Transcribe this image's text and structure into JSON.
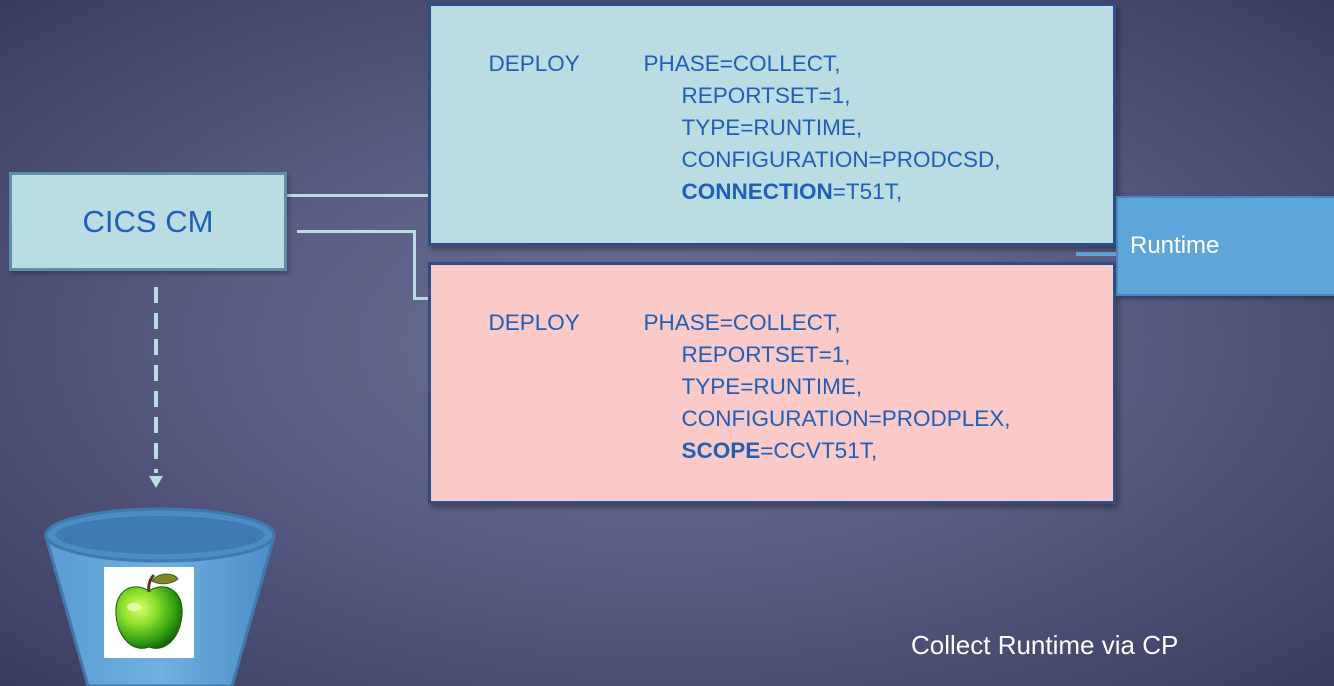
{
  "cics_box": {
    "label": "CICS CM"
  },
  "deploy_connection": {
    "command": "DEPLOY",
    "first_param": "PHASE=COLLECT,",
    "params": [
      {
        "key": "",
        "value": "REPORTSET=1,"
      },
      {
        "key": "",
        "value": "TYPE=RUNTIME,"
      },
      {
        "key": "",
        "value": "CONFIGURATION=PRODCSD,"
      },
      {
        "key": "CONNECTION",
        "value": "=T51T,"
      }
    ],
    "fill": "#b9dde3"
  },
  "deploy_scope": {
    "command": "DEPLOY",
    "first_param": "PHASE=COLLECT,",
    "params": [
      {
        "key": "",
        "value": "REPORTSET=1,"
      },
      {
        "key": "",
        "value": "TYPE=RUNTIME,"
      },
      {
        "key": "",
        "value": "CONFIGURATION=PRODPLEX,"
      },
      {
        "key": "SCOPE",
        "value": "=CCVT51T,"
      }
    ],
    "fill": "#f9cac8"
  },
  "runtime_box": {
    "label": "Runtime"
  },
  "caption": {
    "text": "Collect Runtime via CP"
  },
  "icons": {
    "repository": "bucket-icon",
    "apple": "green-apple-icon"
  },
  "colors": {
    "text_blue": "#1f5fb8",
    "connector": "#b9dde3",
    "runtime_fill": "#5ea5d9",
    "border_dark": "#2f4d88"
  }
}
